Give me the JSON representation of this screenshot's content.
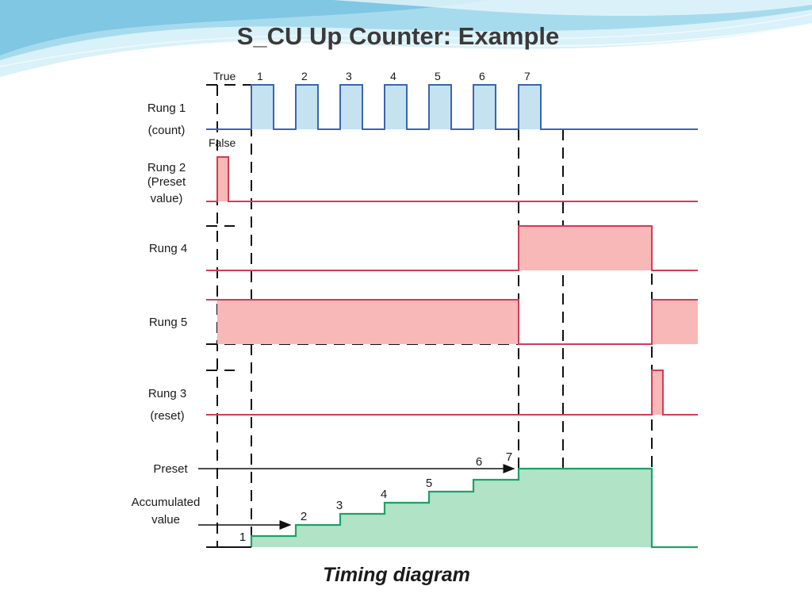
{
  "title": "S_CU Up Counter: Example",
  "caption": "Timing diagram",
  "pulse_numbers": [
    "1",
    "2",
    "3",
    "4",
    "5",
    "6",
    "7"
  ],
  "state_labels": {
    "true": "True",
    "false": "False"
  },
  "rungs": {
    "rung1": [
      "Rung 1",
      "(count)"
    ],
    "rung2": [
      "Rung 2",
      "(Preset",
      "value)"
    ],
    "rung4": [
      "Rung 4"
    ],
    "rung5": [
      "Rung 5"
    ],
    "rung3": [
      "Rung 3",
      "(reset)"
    ],
    "preset": [
      "Preset"
    ],
    "accumulated": [
      "Accumulated",
      "value"
    ]
  },
  "accumulated_steps": [
    "1",
    "2",
    "3",
    "4",
    "5",
    "6",
    "7"
  ],
  "colors": {
    "count_line": "#3a64b4",
    "count_fill": "#c5e2f1",
    "red_line": "#d23c54",
    "red_fill": "#f8b8b8",
    "green_line": "#1fa06a",
    "green_fill": "#b1e3c6",
    "text": "#1a1a1a",
    "title": "#3a3a3a"
  }
}
